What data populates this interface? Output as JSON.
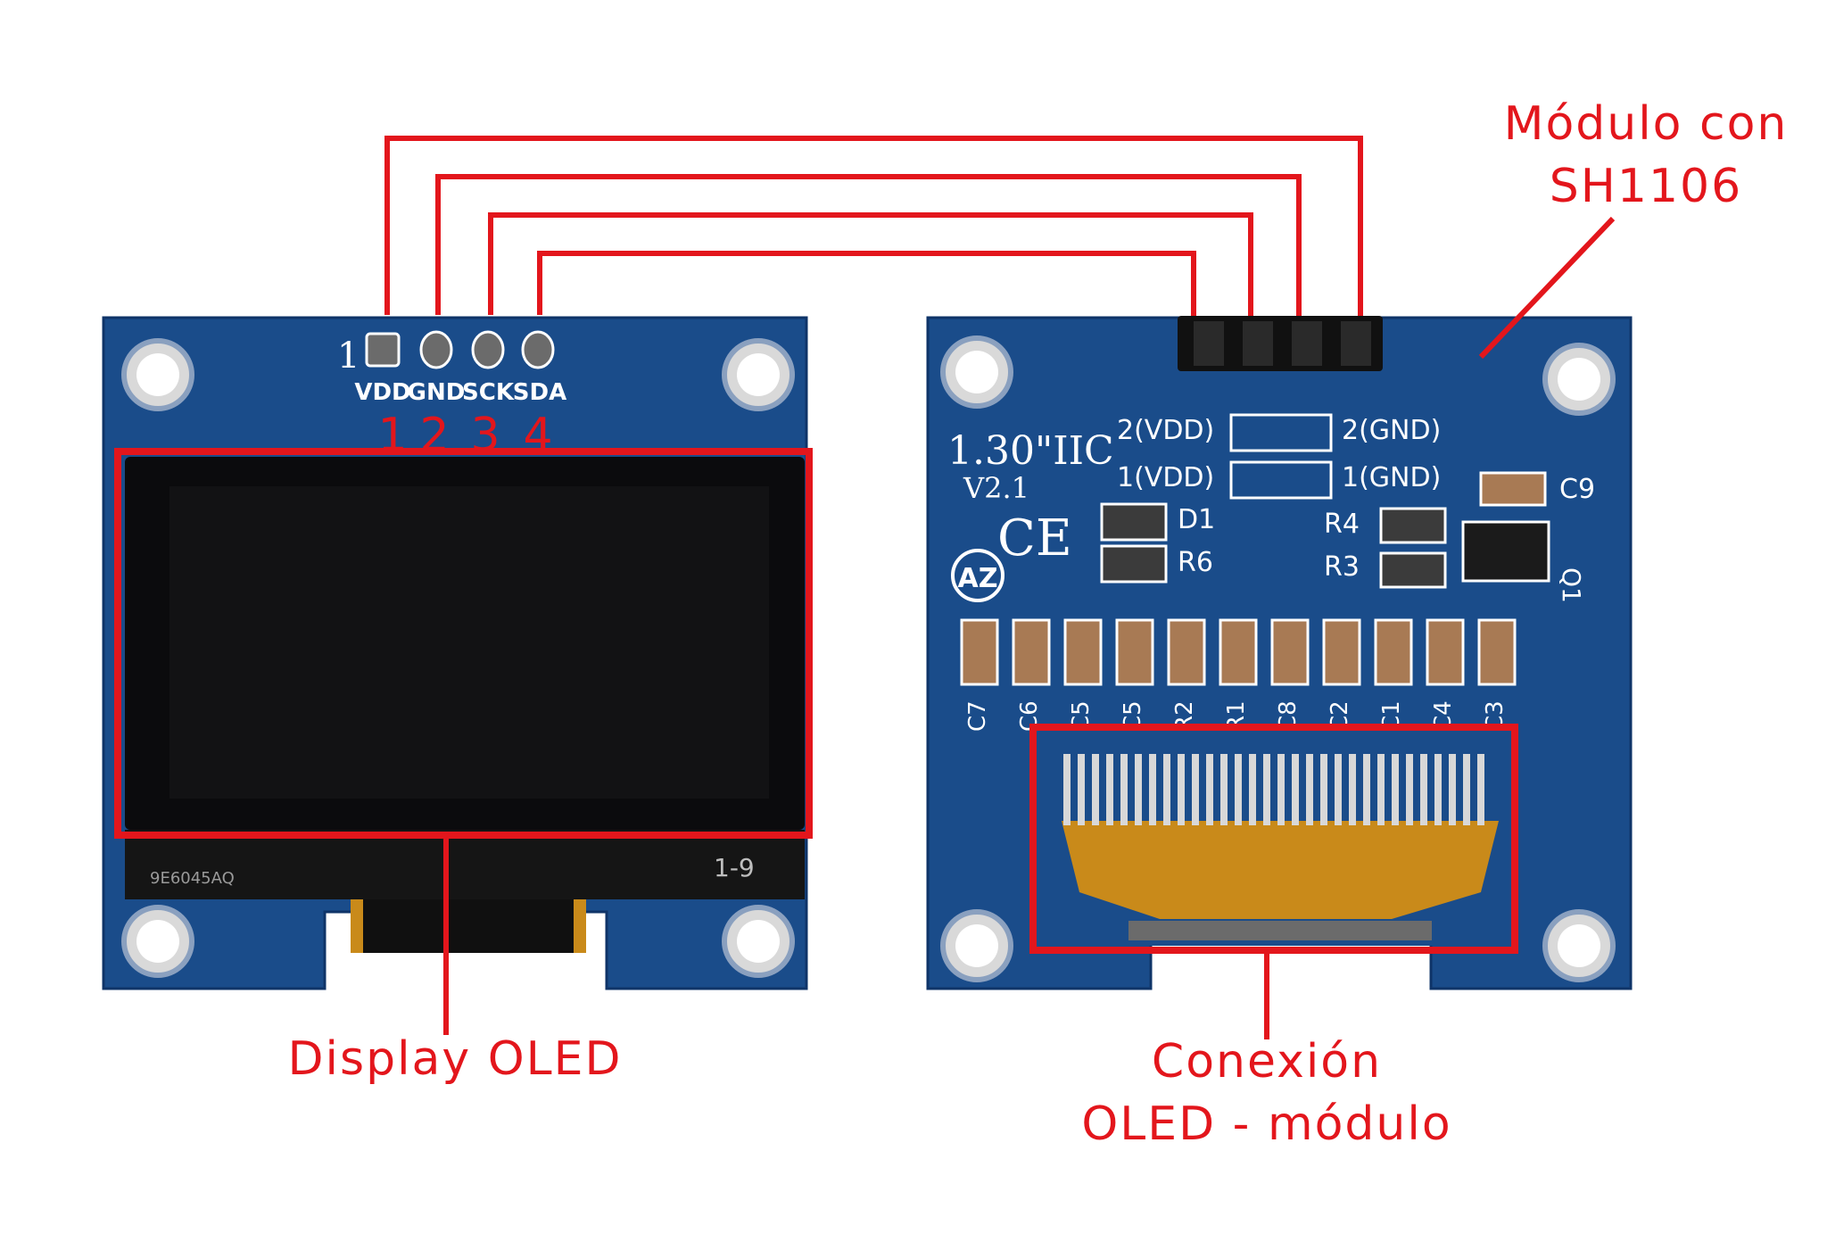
{
  "colors": {
    "annotation": "#e3161c",
    "pcb": "#1a4c8a",
    "pcb_edge": "#0f3468",
    "silkscreen": "#ffffff",
    "screen": "#0b0b0d",
    "flex_cable": "#c98a1a"
  },
  "front_module": {
    "pin_number_top": "1",
    "pins": [
      {
        "name": "VDD",
        "number": "1"
      },
      {
        "name": "GND",
        "number": "2"
      },
      {
        "name": "SCK",
        "number": "3"
      },
      {
        "name": "SDA",
        "number": "4"
      }
    ],
    "label_bottom_left": "9E6045AQ",
    "label_bottom_right": "1-9"
  },
  "back_module": {
    "title_line1": "1.30\"IIC",
    "title_line2": "V2.1",
    "ce_mark": "CE",
    "jumper_labels": [
      "2(VDD)",
      "2(GND)",
      "1(VDD)",
      "1(GND)"
    ],
    "component_labels": [
      "D1",
      "R6",
      "R4",
      "R3",
      "C9",
      "Q1"
    ],
    "capacitor_row_labels": [
      "C7",
      "C6",
      "C5",
      "C5",
      "R2",
      "R1",
      "C8",
      "C2",
      "C1",
      "C4",
      "C3"
    ]
  },
  "annotations": {
    "display_oled": "Display OLED",
    "module_sh1106_line1": "Módulo con",
    "module_sh1106_line2": "SH1106",
    "connection_line1": "Conexión",
    "connection_line2": "OLED - módulo"
  },
  "icons": [
    "mounting-hole-icon",
    "pin-header-icon",
    "ce-mark-icon",
    "az-logo-icon"
  ]
}
